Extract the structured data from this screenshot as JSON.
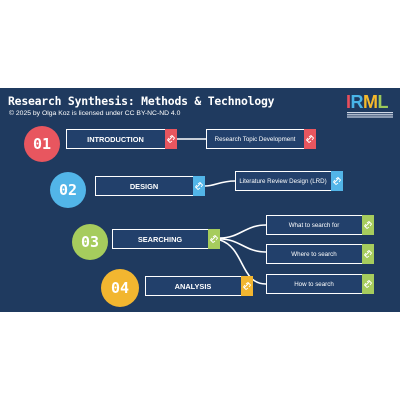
{
  "title": "Research Synthesis: Methods & Technology",
  "license": "© 2025 by Olga Koz is licensed under CC BY-NC-ND 4.0",
  "logo": {
    "letters": [
      "I",
      "R",
      "M",
      "L"
    ],
    "colors": [
      "#e94e5b",
      "#49b5e8",
      "#f6b92b",
      "#9bc95a"
    ]
  },
  "colors": {
    "background": "#1f3a5f",
    "red": "#e8565f",
    "blue": "#52b5e8",
    "green": "#a6cc5d",
    "yellow": "#f2b630",
    "link-icon": "link-icon"
  },
  "steps": [
    {
      "number": "01",
      "label": "INTRODUCTION",
      "color": "#e8565f"
    },
    {
      "number": "02",
      "label": "DESIGN",
      "color": "#52b5e8"
    },
    {
      "number": "03",
      "label": "SEARCHING",
      "color": "#a6cc5d"
    },
    {
      "number": "04",
      "label": "ANALYSIS",
      "color": "#f2b630"
    }
  ],
  "sub_items": [
    {
      "label": "Research Topic Development",
      "color": "#e8565f"
    },
    {
      "label": "Literature Review Design (LRD)",
      "color": "#52b5e8"
    },
    {
      "label": "What to search for",
      "color": "#a6cc5d"
    },
    {
      "label": "Where to search",
      "color": "#a6cc5d"
    },
    {
      "label": "How to search",
      "color": "#a6cc5d"
    }
  ]
}
